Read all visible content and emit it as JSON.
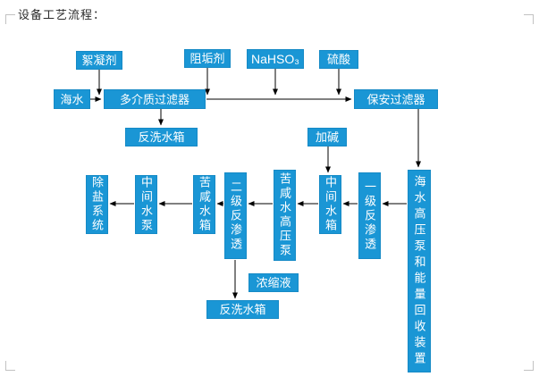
{
  "page": {
    "title": "设备工艺流程："
  },
  "colors": {
    "box_bg": "#1a96d5",
    "box_text": "#ffffff",
    "arrow": "#000000"
  },
  "nodes": {
    "flocculant": "絮凝剂",
    "scale_inhibitor": "阻垢剂",
    "sodium_bisulfite": "NaHSO₃",
    "sulfuric_acid": "硫酸",
    "seawater": "海水",
    "multimedia_filter": "多介质过滤器",
    "cartridge_filter": "保安过滤器",
    "backwash_tank_top": "反洗水箱",
    "add_alkali": "加碱",
    "desalination_system": "除盐系统",
    "intermediate_pump": "中间水泵",
    "brackish_water_tank": "苦咸水箱",
    "second_stage_ro": "二级反渗透",
    "brackish_hp_pump": "苦咸水高压泵",
    "intermediate_tank": "中间水箱",
    "first_stage_ro": "一级反渗透",
    "seawater_hp_pump_erd": "海水高压泵和能量回收装置",
    "concentrate": "浓缩液",
    "backwash_tank_bottom": "反洗水箱"
  }
}
